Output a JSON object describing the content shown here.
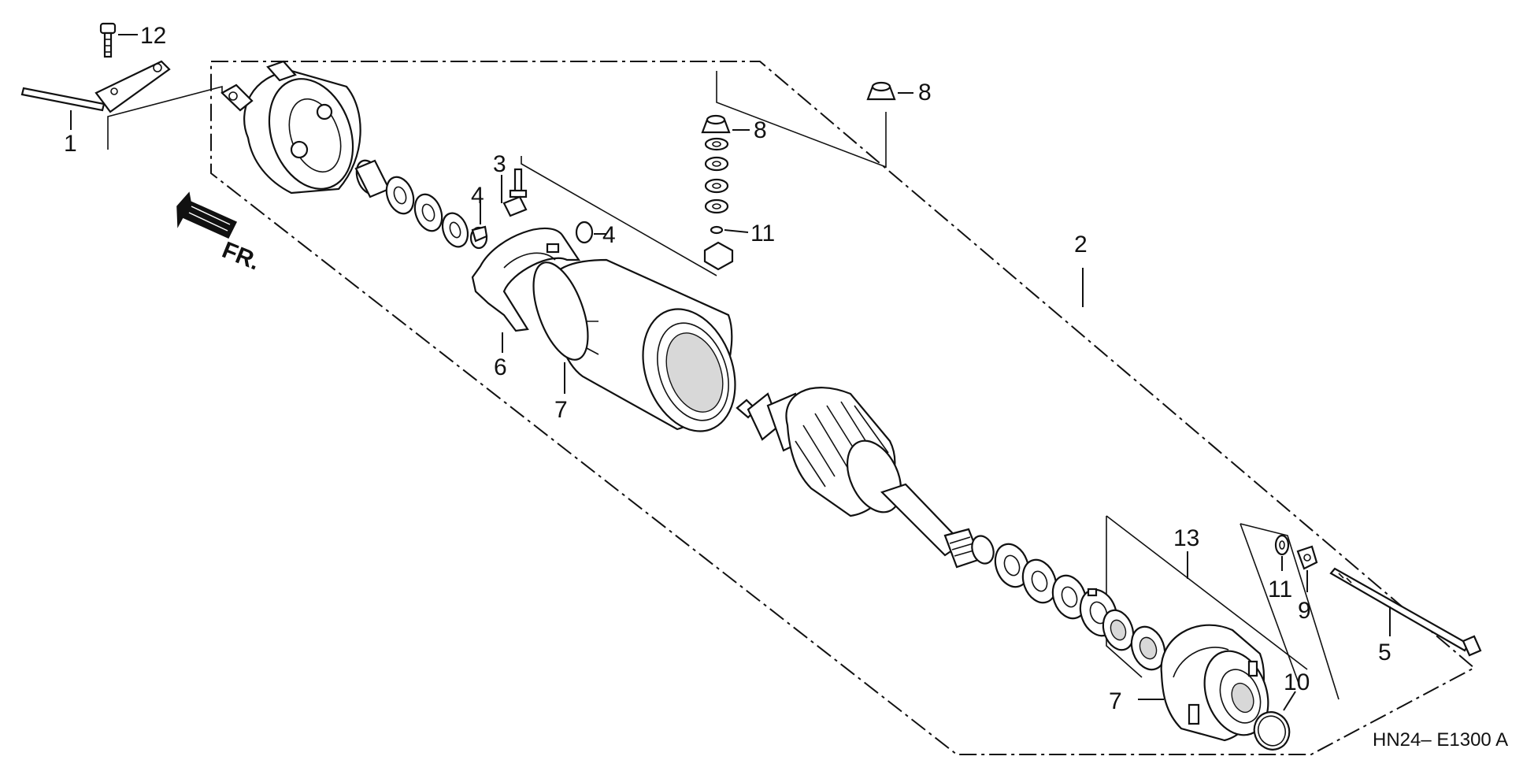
{
  "callouts": {
    "c1": "1",
    "c2": "2",
    "c3": "3",
    "c4a": "4",
    "c4b": "4",
    "c5": "5",
    "c6": "6",
    "c7a": "7",
    "c7b": "7",
    "c8a": "8",
    "c8b": "8",
    "c9": "9",
    "c10": "10",
    "c11a": "11",
    "c11b": "11",
    "c12": "12",
    "c13": "13"
  },
  "front_marker": {
    "label": "FR."
  },
  "diagram_code": "HN24– E1300 A"
}
